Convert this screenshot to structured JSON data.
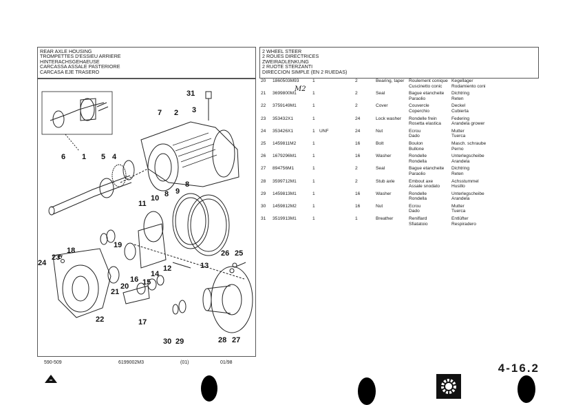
{
  "header_left": {
    "lines": [
      "REAR AXLE HOUSING",
      "TROMPETTES D'ESSIEU ARRIERE",
      "HINTERACHSGEHAEUSE",
      "CARCASSA ASSALE PASTERIORE",
      "CARCASA EJE TRASERO"
    ]
  },
  "header_right": {
    "lines": [
      "2 WHEEL STEER",
      "2 ROUES DIRECTRICES",
      "ZWEIRADLENKUNG",
      "2 RUOTE STERZANTI",
      "DIRECCION SIMPLE (EN 2 RUEDAS)"
    ]
  },
  "handwritten_note": "M2",
  "callouts": [
    "31",
    "7",
    "2",
    "3",
    "6",
    "1",
    "5",
    "4",
    "8",
    "9",
    "10",
    "11",
    "8",
    "18",
    "19",
    "23",
    "24",
    "26",
    "25",
    "13",
    "12",
    "14",
    "15",
    "16",
    "20",
    "21",
    "22",
    "17",
    "30",
    "29",
    "28",
    "27"
  ],
  "parts": [
    {
      "ref": "20",
      "part_no": "1860503M93",
      "qty": "1",
      "note": "",
      "qty2": "2",
      "en": "Bearing, taper",
      "fr": [
        "Roulement conique",
        "Cuscinetto conic"
      ],
      "de": [
        "Kegellager",
        "Rodamiento coni"
      ]
    },
    {
      "ref": "21",
      "part_no": "3699800M1",
      "qty": "1",
      "note": "",
      "qty2": "2",
      "en": "Seal",
      "fr": [
        "Bague etancheite",
        "Paraolio"
      ],
      "de": [
        "Dichtring",
        "Reten"
      ]
    },
    {
      "ref": "22",
      "part_no": "3759149M1",
      "qty": "1",
      "note": "",
      "qty2": "2",
      "en": "Cover",
      "fr": [
        "Couvercle",
        "Coperchio"
      ],
      "de": [
        "Deckel",
        "Cubierta"
      ]
    },
    {
      "ref": "23",
      "part_no": "353432X1",
      "qty": "1",
      "note": "",
      "qty2": "24",
      "en": "Lock washer",
      "fr": [
        "Rondelle frein",
        "Rosetta elastica"
      ],
      "de": [
        "Federing",
        "Arandela grower"
      ]
    },
    {
      "ref": "24",
      "part_no": "353426X1",
      "qty": "1",
      "note": "UNF",
      "qty2": "24",
      "en": "Nut",
      "fr": [
        "Ecrou",
        "Dado"
      ],
      "de": [
        "Mutter",
        "Tuerca"
      ]
    },
    {
      "ref": "25",
      "part_no": "1459811M2",
      "qty": "1",
      "note": "",
      "qty2": "16",
      "en": "Bolt",
      "fr": [
        "Boulon",
        "Bullone"
      ],
      "de": [
        "Masch. schraube",
        "Perno"
      ]
    },
    {
      "ref": "26",
      "part_no": "1679296M1",
      "qty": "1",
      "note": "",
      "qty2": "16",
      "en": "Washer",
      "fr": [
        "Rondelle",
        "Rondella"
      ],
      "de": [
        "Unterlegscheibe",
        "Arandela"
      ]
    },
    {
      "ref": "27",
      "part_no": "894756M1",
      "qty": "1",
      "note": "",
      "qty2": "2",
      "en": "Seal",
      "fr": [
        "Bague etancheite",
        "Paraolio"
      ],
      "de": [
        "Dichtring",
        "Reten"
      ]
    },
    {
      "ref": "28",
      "part_no": "3599712M1",
      "qty": "1",
      "note": "",
      "qty2": "2",
      "en": "Stub axle",
      "fr": [
        "Embout axe",
        "Assale snodato"
      ],
      "de": [
        "Achsstummel",
        "Husillo"
      ]
    },
    {
      "ref": "29",
      "part_no": "1459813M1",
      "qty": "1",
      "note": "",
      "qty2": "16",
      "en": "Washer",
      "fr": [
        "Rondelle",
        "Rondella"
      ],
      "de": [
        "Unterlegscheibe",
        "Arandela"
      ]
    },
    {
      "ref": "30",
      "part_no": "1459812M2",
      "qty": "1",
      "note": "",
      "qty2": "16",
      "en": "Nut",
      "fr": [
        "Ecrou",
        "Dado"
      ],
      "de": [
        "Mutter",
        "Tuerca"
      ]
    },
    {
      "ref": "31",
      "part_no": "3519913M1",
      "qty": "1",
      "note": "",
      "qty2": "1",
      "en": "Breather",
      "fr": [
        "Reniflard",
        "Sfiatatoio"
      ],
      "de": [
        "Entlüfter",
        "Respiradero"
      ]
    }
  ],
  "footer": {
    "model": "590-509",
    "publication": "6199002M3",
    "issue": "(01)",
    "date": "01/98",
    "page": "4-16.2"
  },
  "icons": [
    "warning-triangle-icon",
    "gear-icon"
  ]
}
